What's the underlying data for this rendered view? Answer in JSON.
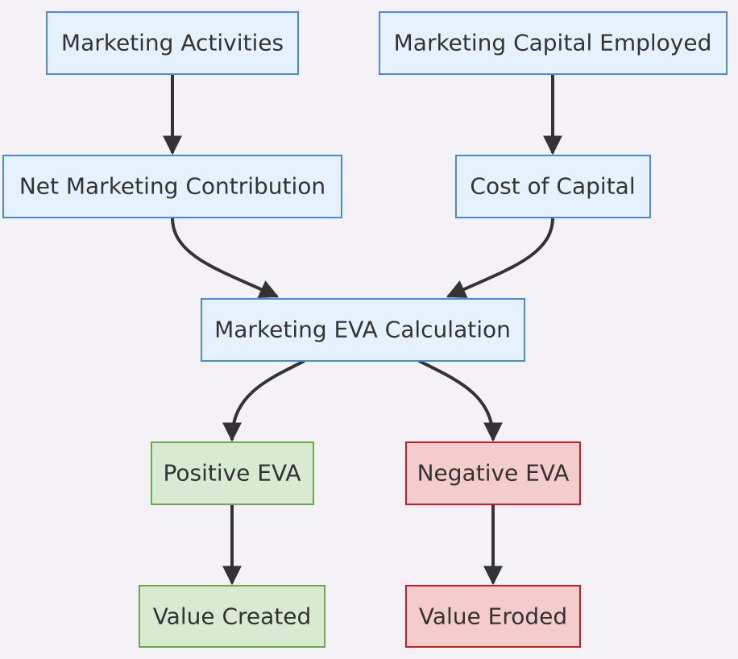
{
  "diagram": {
    "nodes": {
      "marketing_activities": "Marketing Activities",
      "marketing_capital_employed": "Marketing Capital Employed",
      "net_marketing_contribution": "Net Marketing Contribution",
      "cost_of_capital": "Cost of Capital",
      "marketing_eva_calculation": "Marketing EVA Calculation",
      "positive_eva": "Positive EVA",
      "negative_eva": "Negative EVA",
      "value_created": "Value Created",
      "value_eroded": "Value Eroded"
    },
    "colors": {
      "default_fill": "#e5f2fe",
      "default_stroke": "#4a8ad8",
      "positive_fill": "#d9ead3",
      "positive_stroke": "#6aaa4d",
      "negative_fill": "#f4cccc",
      "negative_stroke": "#c81f24",
      "edge": "#333333",
      "background": "#f4f2f7"
    }
  }
}
